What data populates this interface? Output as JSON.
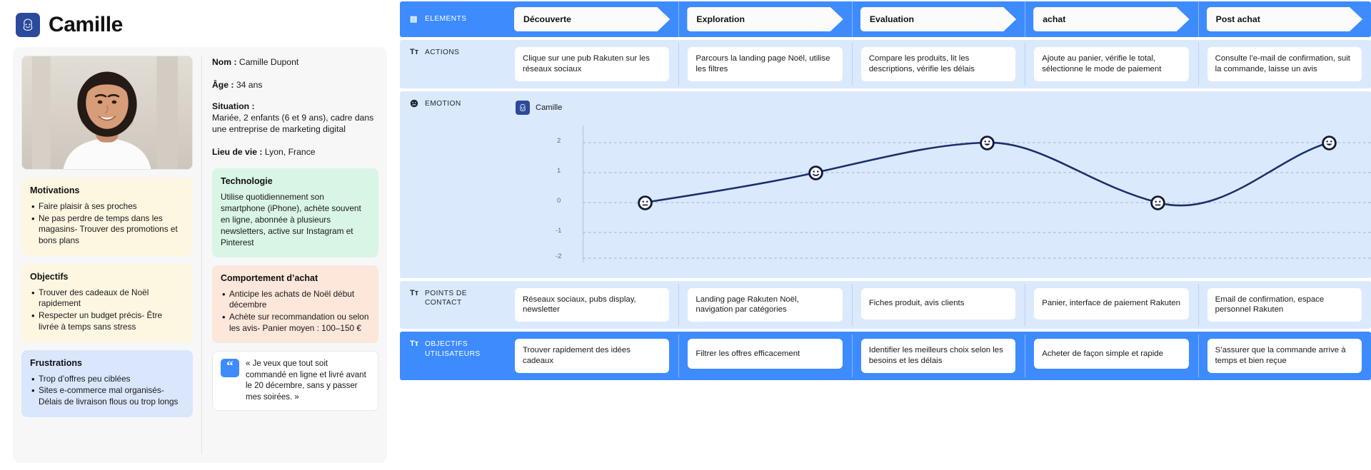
{
  "persona": {
    "title": "Camille",
    "logo_icon": "persona-avatar-icon",
    "photo_alt": "photo-portrait",
    "info": [
      {
        "label": "Nom :",
        "value": " Camille Dupont",
        "multiline": ""
      },
      {
        "label": "Âge :",
        "value": " 34 ans",
        "multiline": ""
      },
      {
        "label": "Situation :",
        "value": "",
        "multiline": "Mariée, 2 enfants (6 et 9 ans), cadre dans une entreprise de marketing digital"
      },
      {
        "label": "Lieu de vie :",
        "value": " Lyon, France",
        "multiline": ""
      }
    ],
    "cards_left": [
      {
        "key": "motivations",
        "title": "Motivations",
        "items": [
          "Faire plaisir à ses proches",
          "Ne pas perdre de temps dans les magasins- Trouver des promotions et bons plans"
        ]
      },
      {
        "key": "objectifs",
        "title": "Objectifs",
        "items": [
          "Trouver des cadeaux de Noël rapidement",
          "Respecter un budget précis- Être livrée à temps sans stress"
        ]
      },
      {
        "key": "frustrations",
        "title": "Frustrations",
        "items": [
          "Trop d’offres peu ciblées",
          "Sites e-commerce mal organisés- Délais de livraison flous ou trop longs"
        ]
      }
    ],
    "cards_right": [
      {
        "key": "technologie",
        "title": "Technologie",
        "paragraph": "Utilise quotidiennement son smartphone (iPhone), achète souvent en ligne, abonnée à plusieurs newsletters, active sur Instagram et Pinterest"
      },
      {
        "key": "comportement",
        "title": "Comportement d’achat",
        "items": [
          "Anticipe les achats de Noël début décembre",
          "Achète sur recommandation ou selon les avis- Panier moyen : 100–150 €"
        ]
      }
    ],
    "quote": {
      "mark": "“",
      "text": "« Je veux que tout soit commandé en ligne et livré avant le 20 décembre, sans y passer mes soirées. »"
    }
  },
  "journey": {
    "rows": {
      "elements": {
        "icon": "columns-icon",
        "label": "ELEMENTS"
      },
      "actions": {
        "icon": "text-icon",
        "label": "ACTIONS"
      },
      "emotion": {
        "icon": "emotion-icon",
        "label": "EMOTION"
      },
      "contact": {
        "icon": "text-icon",
        "label": "POINTS DE CONTACT"
      },
      "objectifs": {
        "icon": "text-icon",
        "label": "OBJECTIFS UTILISATEURS"
      }
    },
    "stages": [
      "Découverte",
      "Exploration",
      "Evaluation",
      "achat",
      "Post achat"
    ],
    "actions": [
      "Clique sur une pub Rakuten sur les réseaux sociaux",
      "Parcours la landing page Noël, utilise les filtres",
      "Compare les produits, lit les descriptions, vérifie les délais",
      "Ajoute au panier, vérifie le total, sélectionne le mode de paiement",
      "Consulte l’e-mail de confirmation, suit la commande, laisse un avis"
    ],
    "contact": [
      "Réseaux sociaux, pubs display, newsletter",
      "Landing page Rakuten Noël, navigation par catégories",
      "Fiches produit, avis clients",
      "Panier, interface de paiement Rakuten",
      "Email de confirmation, espace personnel Rakuten"
    ],
    "objectifs": [
      "Trouver rapidement des idées cadeaux",
      "Filtrer les offres efficacement",
      "Identifier les meilleurs choix selon les besoins et les délais",
      "Acheter de façon simple et rapide",
      "S’assurer que la commande arrive à temps et bien reçue"
    ],
    "emotion_legend": "Camille",
    "colors": {
      "accent_blue": "#3d8bfd",
      "row_light_blue": "#dbe9fd",
      "line_navy": "#1b2f6b",
      "persona_badge": "#2b4a9b"
    }
  },
  "chart_data": {
    "type": "line",
    "title": "",
    "xlabel": "",
    "ylabel": "",
    "categories": [
      "Découverte",
      "Exploration",
      "Evaluation",
      "achat",
      "Post achat"
    ],
    "values": [
      0,
      1,
      2,
      0,
      2
    ],
    "yticks": [
      2,
      1,
      0,
      -1,
      -2
    ],
    "ylim": [
      -2.6,
      2.6
    ],
    "grid": true,
    "legend": "Camille",
    "series": [
      {
        "name": "Camille",
        "values": [
          0,
          1,
          2,
          0,
          2
        ]
      }
    ],
    "point_markers": [
      "neutral-face",
      "slight-smile",
      "smile",
      "neutral-face",
      "smile"
    ]
  }
}
